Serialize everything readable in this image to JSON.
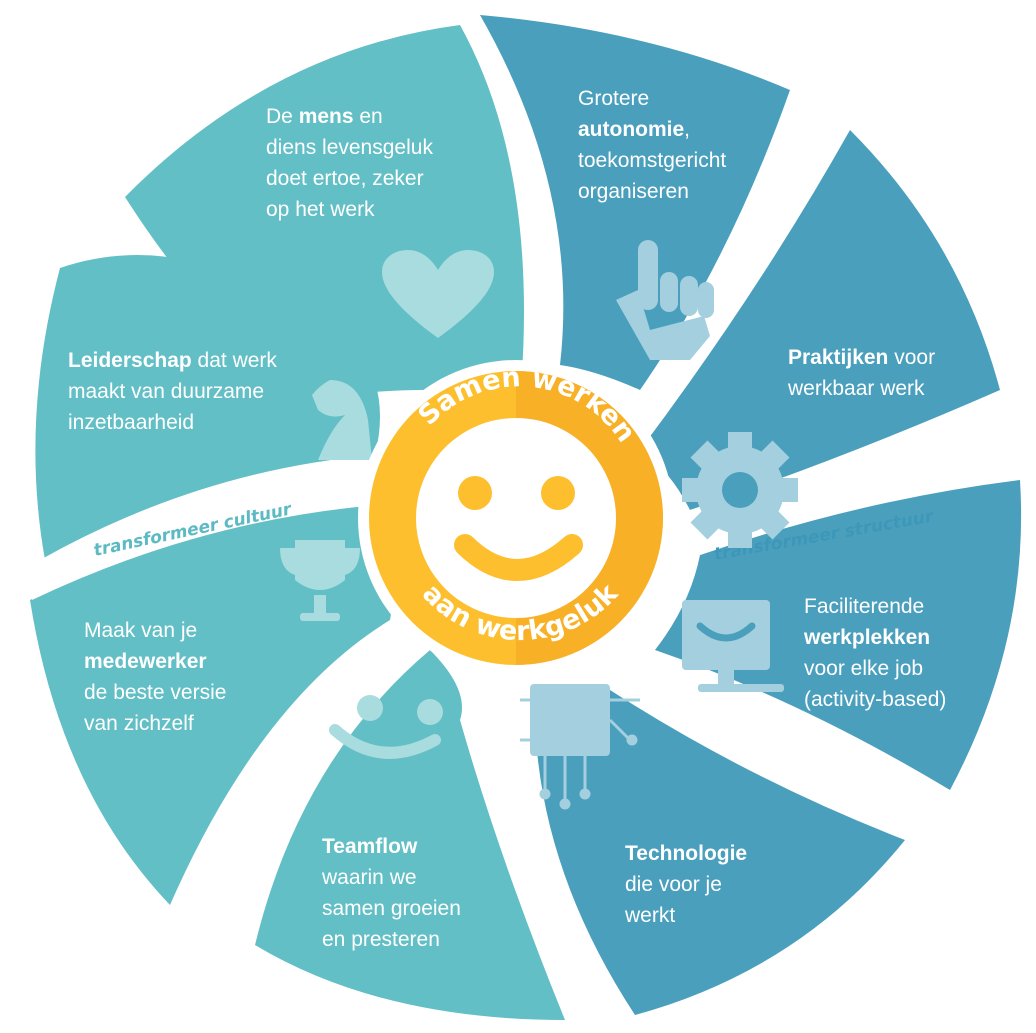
{
  "center": {
    "top_text": "Samen werken",
    "bottom_text": "aan werkgeluk"
  },
  "bands": {
    "left": "transformeer cultuur",
    "right": "transformeer structuur"
  },
  "segments": [
    {
      "id": "mens",
      "lines": [
        [
          {
            "t": "De "
          },
          {
            "t": "mens",
            "b": true
          },
          {
            "t": " en"
          }
        ],
        [
          {
            "t": "diens levensgeluk"
          }
        ],
        [
          {
            "t": "doet ertoe, zeker"
          }
        ],
        [
          {
            "t": "op het werk"
          }
        ]
      ]
    },
    {
      "id": "autonomie",
      "lines": [
        [
          {
            "t": "Grotere"
          }
        ],
        [
          {
            "t": "autonomie",
            "b": true
          },
          {
            "t": ","
          }
        ],
        [
          {
            "t": "toekomstgericht"
          }
        ],
        [
          {
            "t": "organiseren"
          }
        ]
      ]
    },
    {
      "id": "praktijken",
      "lines": [
        [
          {
            "t": "Praktijken",
            "b": true
          },
          {
            "t": " voor"
          }
        ],
        [
          {
            "t": "werkbaar werk"
          }
        ]
      ]
    },
    {
      "id": "werkplekken",
      "lines": [
        [
          {
            "t": "Faciliterende"
          }
        ],
        [
          {
            "t": "werkplekken",
            "b": true
          }
        ],
        [
          {
            "t": "voor elke job"
          }
        ],
        [
          {
            "t": "(activity-based)"
          }
        ]
      ]
    },
    {
      "id": "technologie",
      "lines": [
        [
          {
            "t": "Technologie",
            "b": true
          }
        ],
        [
          {
            "t": "die voor je"
          }
        ],
        [
          {
            "t": "werkt"
          }
        ]
      ]
    },
    {
      "id": "teamflow",
      "lines": [
        [
          {
            "t": "Teamflow",
            "b": true
          }
        ],
        [
          {
            "t": "waarin we"
          }
        ],
        [
          {
            "t": "samen groeien"
          }
        ],
        [
          {
            "t": "en presteren"
          }
        ]
      ]
    },
    {
      "id": "medewerker",
      "lines": [
        [
          {
            "t": "Maak van je"
          }
        ],
        [
          {
            "t": "medewerker",
            "b": true
          }
        ],
        [
          {
            "t": "de beste versie"
          }
        ],
        [
          {
            "t": "van zichzelf"
          }
        ]
      ]
    },
    {
      "id": "leiderschap",
      "lines": [
        [
          {
            "t": "Leiderschap",
            "b": true
          },
          {
            "t": " dat werk"
          }
        ],
        [
          {
            "t": "maakt van duurzame"
          }
        ],
        [
          {
            "t": "inzetbaarheid"
          }
        ]
      ]
    }
  ],
  "icons": [
    "heart-icon",
    "pointing-hand-icon",
    "gear-icon",
    "monitor-icon",
    "chip-icon",
    "flow-icon",
    "trophy-icon",
    "chess-knight-icon",
    "smiley-icon"
  ],
  "colors": {
    "culture": "#63bfc6",
    "structure": "#4a9fbd",
    "icon_culture": "#a8dcde",
    "icon_structure": "#a4cfdf",
    "center_yellow": "#fdbf2d",
    "center_orange": "#f5a623",
    "band_culture_text": "#5cbac3",
    "band_structure_text": "#3d97b8"
  }
}
